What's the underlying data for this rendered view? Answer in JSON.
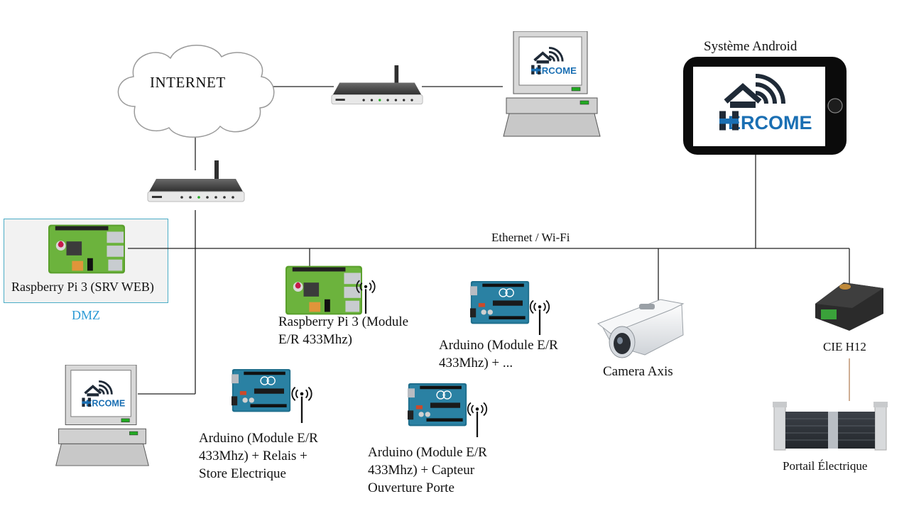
{
  "diagram": {
    "internet_label": "INTERNET",
    "android_title": "Système Android",
    "brand_logo": "HERCOME",
    "network_label": "Ethernet / Wi-Fi",
    "dmz_label": "DMZ",
    "raspberry_web_label": "Raspberry Pi 3 (SRV WEB)",
    "raspberry_module_label": "Raspberry Pi 3 (Module\nE/R 433Mhz)",
    "arduino_top_label": "Arduino (Module E/R\n433Mhz) + ...",
    "arduino_relay_label": "Arduino (Module E/R\n433Mhz) + Relais +\nStore Electrique",
    "arduino_door_label": "Arduino (Module E/R\n433Mhz) + Capteur\nOuverture Porte",
    "camera_label": "Camera Axis",
    "cie_label": "CIE H12",
    "gate_label": "Portail Électrique",
    "colors": {
      "line": "#222222",
      "dmz_border": "#4bacc6",
      "dmz_text": "#2e9bd6",
      "gate_link": "#b5835a",
      "logo_blue": "#1a6fb3"
    }
  }
}
